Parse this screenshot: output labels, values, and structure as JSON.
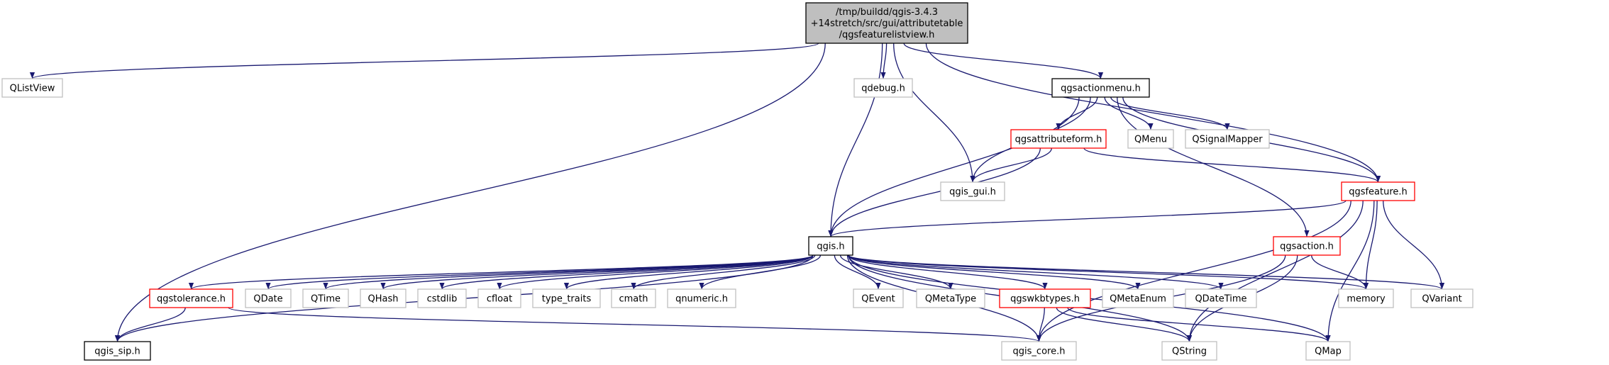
{
  "title": "",
  "colors": {
    "edge": "#191970",
    "root_fill": "#bfbfbf",
    "normal_fill": "#ffffff",
    "border_black": "#000000",
    "border_red": "#ff0000",
    "border_gray": "#bfbfbf"
  },
  "nodes": [
    {
      "id": "root",
      "style": "root",
      "lines": [
        "/tmp/buildd/qgis-3.4.3",
        "+14stretch/src/gui/attributetable",
        "/qgsfeaturelistview.h"
      ]
    },
    {
      "id": "QListView",
      "style": "gray",
      "lines": [
        "QListView"
      ]
    },
    {
      "id": "qdebug_h",
      "style": "gray",
      "lines": [
        "qdebug.h"
      ]
    },
    {
      "id": "qgsactionmenu_h",
      "style": "black",
      "lines": [
        "qgsactionmenu.h"
      ]
    },
    {
      "id": "qgsattributeform_h",
      "style": "red",
      "lines": [
        "qgsattributeform.h"
      ]
    },
    {
      "id": "QMenu",
      "style": "gray",
      "lines": [
        "QMenu"
      ]
    },
    {
      "id": "QSignalMapper",
      "style": "gray",
      "lines": [
        "QSignalMapper"
      ]
    },
    {
      "id": "qgis_gui_h",
      "style": "gray",
      "lines": [
        "qgis_gui.h"
      ]
    },
    {
      "id": "qgsfeature_h",
      "style": "red",
      "lines": [
        "qgsfeature.h"
      ]
    },
    {
      "id": "qgis_h",
      "style": "black",
      "lines": [
        "qgis.h"
      ]
    },
    {
      "id": "qgsaction_h",
      "style": "red",
      "lines": [
        "qgsaction.h"
      ]
    },
    {
      "id": "qgstolerance_h",
      "style": "red",
      "lines": [
        "qgstolerance.h"
      ]
    },
    {
      "id": "QDate",
      "style": "gray",
      "lines": [
        "QDate"
      ]
    },
    {
      "id": "QTime",
      "style": "gray",
      "lines": [
        "QTime"
      ]
    },
    {
      "id": "QHash",
      "style": "gray",
      "lines": [
        "QHash"
      ]
    },
    {
      "id": "cstdlib",
      "style": "gray",
      "lines": [
        "cstdlib"
      ]
    },
    {
      "id": "cfloat",
      "style": "gray",
      "lines": [
        "cfloat"
      ]
    },
    {
      "id": "type_traits",
      "style": "gray",
      "lines": [
        "type_traits"
      ]
    },
    {
      "id": "cmath",
      "style": "gray",
      "lines": [
        "cmath"
      ]
    },
    {
      "id": "qnumeric_h",
      "style": "gray",
      "lines": [
        "qnumeric.h"
      ]
    },
    {
      "id": "QEvent",
      "style": "gray",
      "lines": [
        "QEvent"
      ]
    },
    {
      "id": "QMetaType",
      "style": "gray",
      "lines": [
        "QMetaType"
      ]
    },
    {
      "id": "qgswkbtypes_h",
      "style": "red",
      "lines": [
        "qgswkbtypes.h"
      ]
    },
    {
      "id": "QMetaEnum",
      "style": "gray",
      "lines": [
        "QMetaEnum"
      ]
    },
    {
      "id": "QDateTime",
      "style": "gray",
      "lines": [
        "QDateTime"
      ]
    },
    {
      "id": "memory",
      "style": "gray",
      "lines": [
        "memory"
      ]
    },
    {
      "id": "QVariant",
      "style": "gray",
      "lines": [
        "QVariant"
      ]
    },
    {
      "id": "qgis_sip_h",
      "style": "black",
      "lines": [
        "qgis_sip.h"
      ]
    },
    {
      "id": "qgis_core_h",
      "style": "gray",
      "lines": [
        "qgis_core.h"
      ]
    },
    {
      "id": "QString",
      "style": "gray",
      "lines": [
        "QString"
      ]
    },
    {
      "id": "QMap",
      "style": "gray",
      "lines": [
        "QMap"
      ]
    }
  ],
  "edges": [
    [
      "root",
      "QListView"
    ],
    [
      "root",
      "qdebug_h"
    ],
    [
      "root",
      "qgsactionmenu_h"
    ],
    [
      "root",
      "qgis_gui_h"
    ],
    [
      "root",
      "qgsfeature_h"
    ],
    [
      "root",
      "qgis_h"
    ],
    [
      "root",
      "qgis_sip_h"
    ],
    [
      "qgsactionmenu_h",
      "qgsattributeform_h"
    ],
    [
      "qgsactionmenu_h",
      "QMenu"
    ],
    [
      "qgsactionmenu_h",
      "QSignalMapper"
    ],
    [
      "qgsactionmenu_h",
      "qgis_gui_h"
    ],
    [
      "qgsactionmenu_h",
      "qgsfeature_h"
    ],
    [
      "qgsactionmenu_h",
      "qgis_h"
    ],
    [
      "qgsactionmenu_h",
      "qgsaction_h"
    ],
    [
      "qgsattributeform_h",
      "qgis_gui_h"
    ],
    [
      "qgsattributeform_h",
      "qgsfeature_h"
    ],
    [
      "qgsattributeform_h",
      "qgis_h"
    ],
    [
      "qgsfeature_h",
      "qgis_h"
    ],
    [
      "qgsfeature_h",
      "memory"
    ],
    [
      "qgsfeature_h",
      "QVariant"
    ],
    [
      "qgsfeature_h",
      "qgis_core_h"
    ],
    [
      "qgsfeature_h",
      "QString"
    ],
    [
      "qgsfeature_h",
      "QMap"
    ],
    [
      "qgsaction_h",
      "memory"
    ],
    [
      "qgsaction_h",
      "qgis_core_h"
    ],
    [
      "qgsaction_h",
      "QString"
    ],
    [
      "qgis_h",
      "qgstolerance_h"
    ],
    [
      "qgis_h",
      "QDate"
    ],
    [
      "qgis_h",
      "QTime"
    ],
    [
      "qgis_h",
      "QHash"
    ],
    [
      "qgis_h",
      "cstdlib"
    ],
    [
      "qgis_h",
      "cfloat"
    ],
    [
      "qgis_h",
      "type_traits"
    ],
    [
      "qgis_h",
      "cmath"
    ],
    [
      "qgis_h",
      "qnumeric_h"
    ],
    [
      "qgis_h",
      "QEvent"
    ],
    [
      "qgis_h",
      "QMetaType"
    ],
    [
      "qgis_h",
      "qgswkbtypes_h"
    ],
    [
      "qgis_h",
      "QMetaEnum"
    ],
    [
      "qgis_h",
      "QDateTime"
    ],
    [
      "qgis_h",
      "memory"
    ],
    [
      "qgis_h",
      "QVariant"
    ],
    [
      "qgis_h",
      "qgis_sip_h"
    ],
    [
      "qgis_h",
      "qgis_core_h"
    ],
    [
      "qgis_h",
      "QString"
    ],
    [
      "qgis_h",
      "QMap"
    ],
    [
      "qgstolerance_h",
      "qgis_sip_h"
    ],
    [
      "qgstolerance_h",
      "qgis_core_h"
    ],
    [
      "qgswkbtypes_h",
      "qgis_core_h"
    ],
    [
      "qgswkbtypes_h",
      "QString"
    ],
    [
      "qgswkbtypes_h",
      "QMap"
    ]
  ]
}
